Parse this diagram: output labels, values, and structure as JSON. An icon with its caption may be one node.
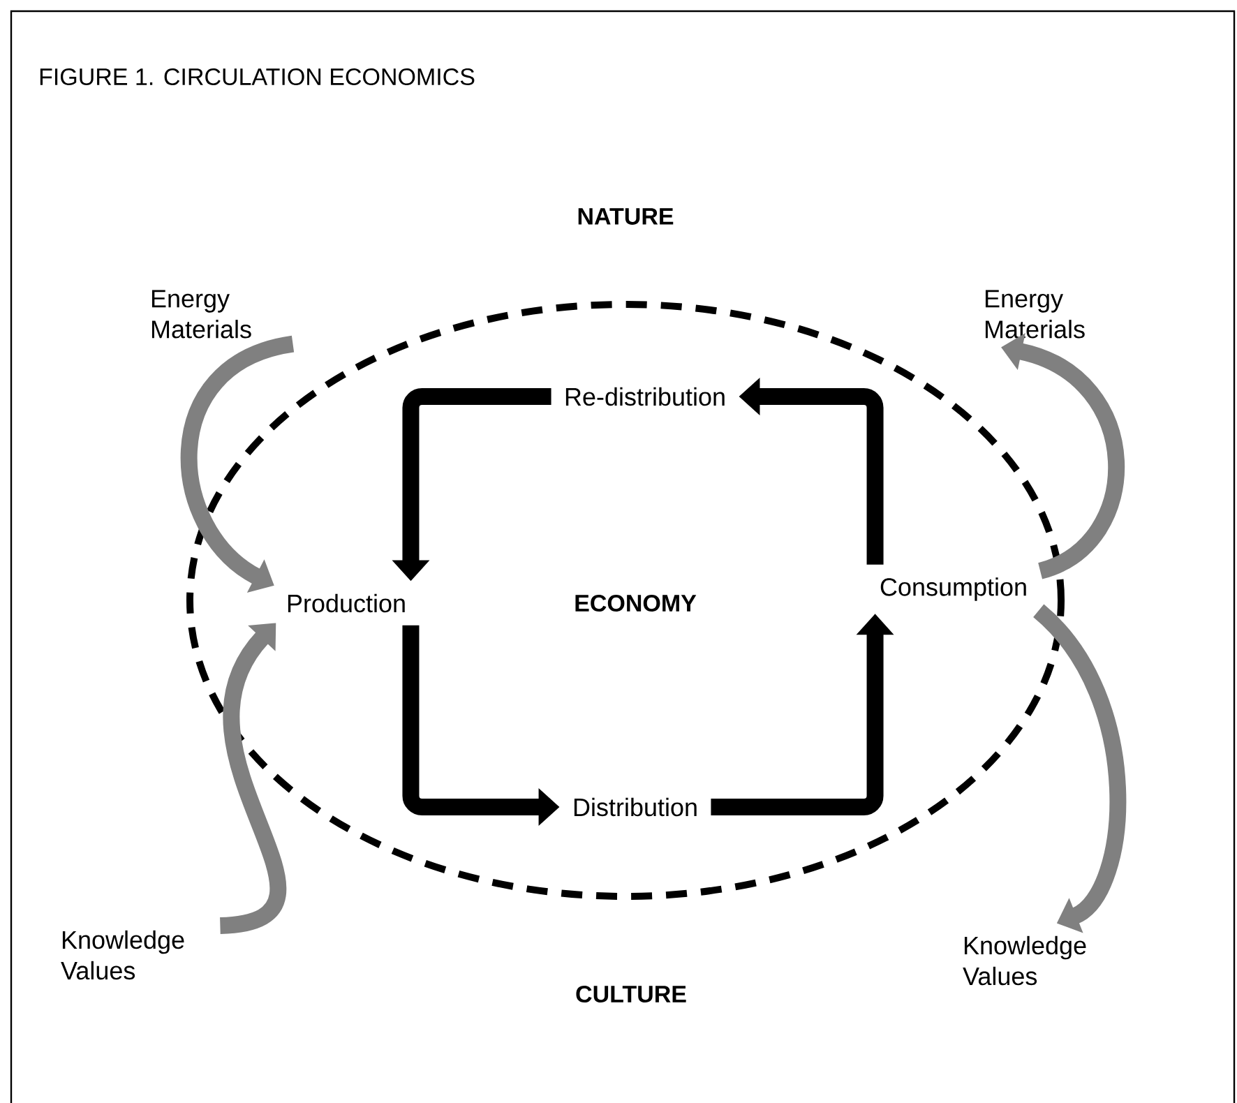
{
  "diagram": {
    "title": "FIGURE 1. CIRCULATION ECONOMICS",
    "nodes": [
      {
        "text": [
          "Energy Materials"
        ]
      },
      {
        "text": [
          "Energy Materials"
        ]
      },
      {
        "text": [
          "Re-distribution"
        ]
      },
      {
        "text": [
          "Production"
        ]
      },
      {
        "text": [
          "Consumption"
        ]
      },
      {
        "text": [
          "Distribution"
        ]
      },
      {
        "text": [
          "Knowledge Values"
        ]
      },
      {
        "text": [
          "Knowledge Values"
        ]
      }
    ],
    "edges": [
      {
        "from": 0,
        "to": 3,
        "arrow": "to",
        "color": "#808080"
      },
      {
        "from": 4,
        "to": 1,
        "arrow": "to",
        "color": "#808080"
      },
      {
        "from": 6,
        "to": 3,
        "arrow": "to",
        "color": "#808080"
      },
      {
        "from": 4,
        "to": 7,
        "arrow": "to",
        "color": "#808080"
      },
      {
        "from": 3,
        "to": 5,
        "arrow": "to",
        "color": "#000000"
      },
      {
        "from": 5,
        "to": 4,
        "arrow": "to",
        "color": "#000000"
      },
      {
        "from": 4,
        "to": 2,
        "arrow": "to",
        "color": "#000000"
      },
      {
        "from": 2,
        "to": 3,
        "arrow": "to",
        "color": "#000000"
      }
    ],
    "labels": [
      "NATURE",
      "ECONOMY",
      "CULTURE"
    ]
  }
}
